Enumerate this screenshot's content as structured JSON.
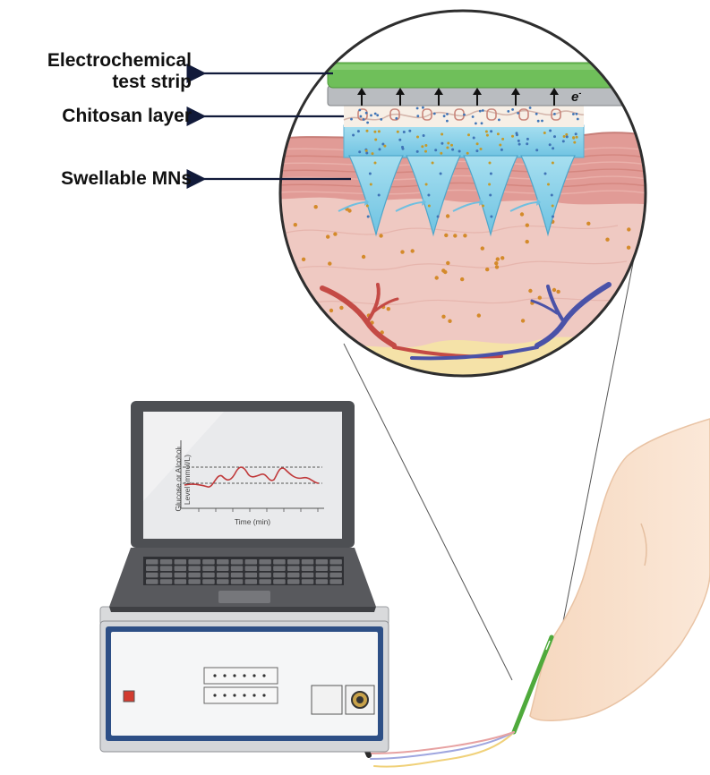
{
  "labels": {
    "test_strip_line1": "Electrochemical",
    "test_strip_line2": "test strip",
    "chitosan": "Chitosan layer",
    "mns": "Swellable MNs",
    "electron": "e",
    "electron_charge": "-"
  },
  "graph": {
    "y_axis_line1": "Glucose or Alcohol",
    "y_axis_line2": "Level (mmol/L)",
    "x_axis": "Time (min)"
  },
  "colors": {
    "strip_green": "#6fbf5a",
    "strip_gray": "#b9bcc0",
    "skin_pink": "#efc9c2",
    "epidermis": "#e19b96",
    "needle_blue": "#8ed3ea",
    "artery": "#c44a45",
    "vein": "#4a52a8",
    "device_blue": "#2d4f86",
    "signal_red": "#c0393a"
  }
}
